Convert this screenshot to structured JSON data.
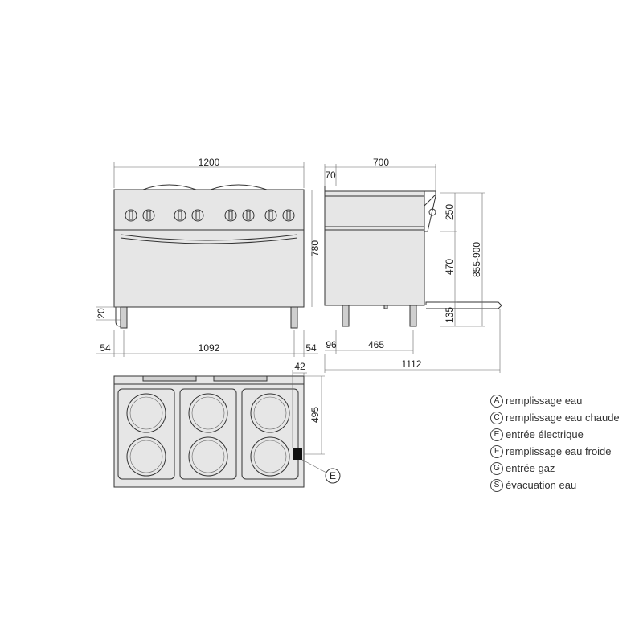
{
  "dimensions": {
    "front_width": "1200",
    "front_inner_width": "1092",
    "front_left_offset": "54",
    "front_right_offset": "54",
    "front_height": "780",
    "front_foot": "20",
    "side_depth": "700",
    "side_top": "70",
    "side_upper": "250",
    "side_middle": "470",
    "side_lower": "135",
    "side_height_range": "855-900",
    "side_foot_offset": "96",
    "side_foot_span": "465",
    "side_total_depth": "1112",
    "top_offset": "42",
    "top_depth": "495"
  },
  "top_callout": "E",
  "legend": [
    {
      "key": "A",
      "label": "remplissage eau"
    },
    {
      "key": "C",
      "label": "remplissage eau chaude"
    },
    {
      "key": "E",
      "label": "entrée électrique"
    },
    {
      "key": "F",
      "label": "remplissage eau froide"
    },
    {
      "key": "G",
      "label": "entrée gaz"
    },
    {
      "key": "S",
      "label": "évacuation eau"
    }
  ]
}
